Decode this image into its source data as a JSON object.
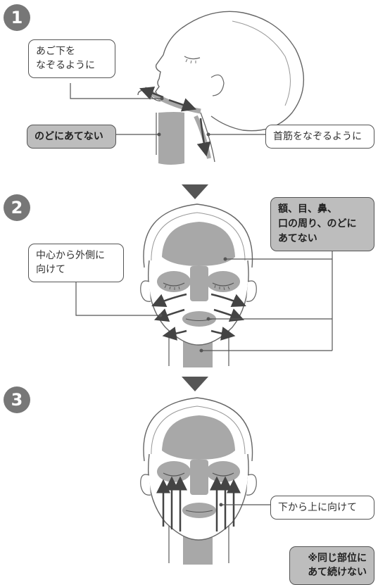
{
  "steps": [
    "1",
    "2",
    "3"
  ],
  "step1": {
    "callout_jaw": [
      "あご下を",
      "なぞるように"
    ],
    "callout_throat": "のどにあてない",
    "callout_neck": "首筋をなぞるように"
  },
  "step2": {
    "callout_direction": [
      "中心から外側に",
      "向けて"
    ],
    "callout_avoid": [
      "額、目、鼻、",
      "口の周り、のどに",
      "あてない"
    ]
  },
  "step3": {
    "callout_direction": "下から上に向けて",
    "callout_note": [
      "※同じ部位に",
      "あて続けない"
    ]
  },
  "colors": {
    "skin_gray": "#a8a8a8",
    "line": "#555555",
    "arrow": "#444444",
    "callout_gray": "#bdbdbd",
    "step_circle": "#777777"
  }
}
